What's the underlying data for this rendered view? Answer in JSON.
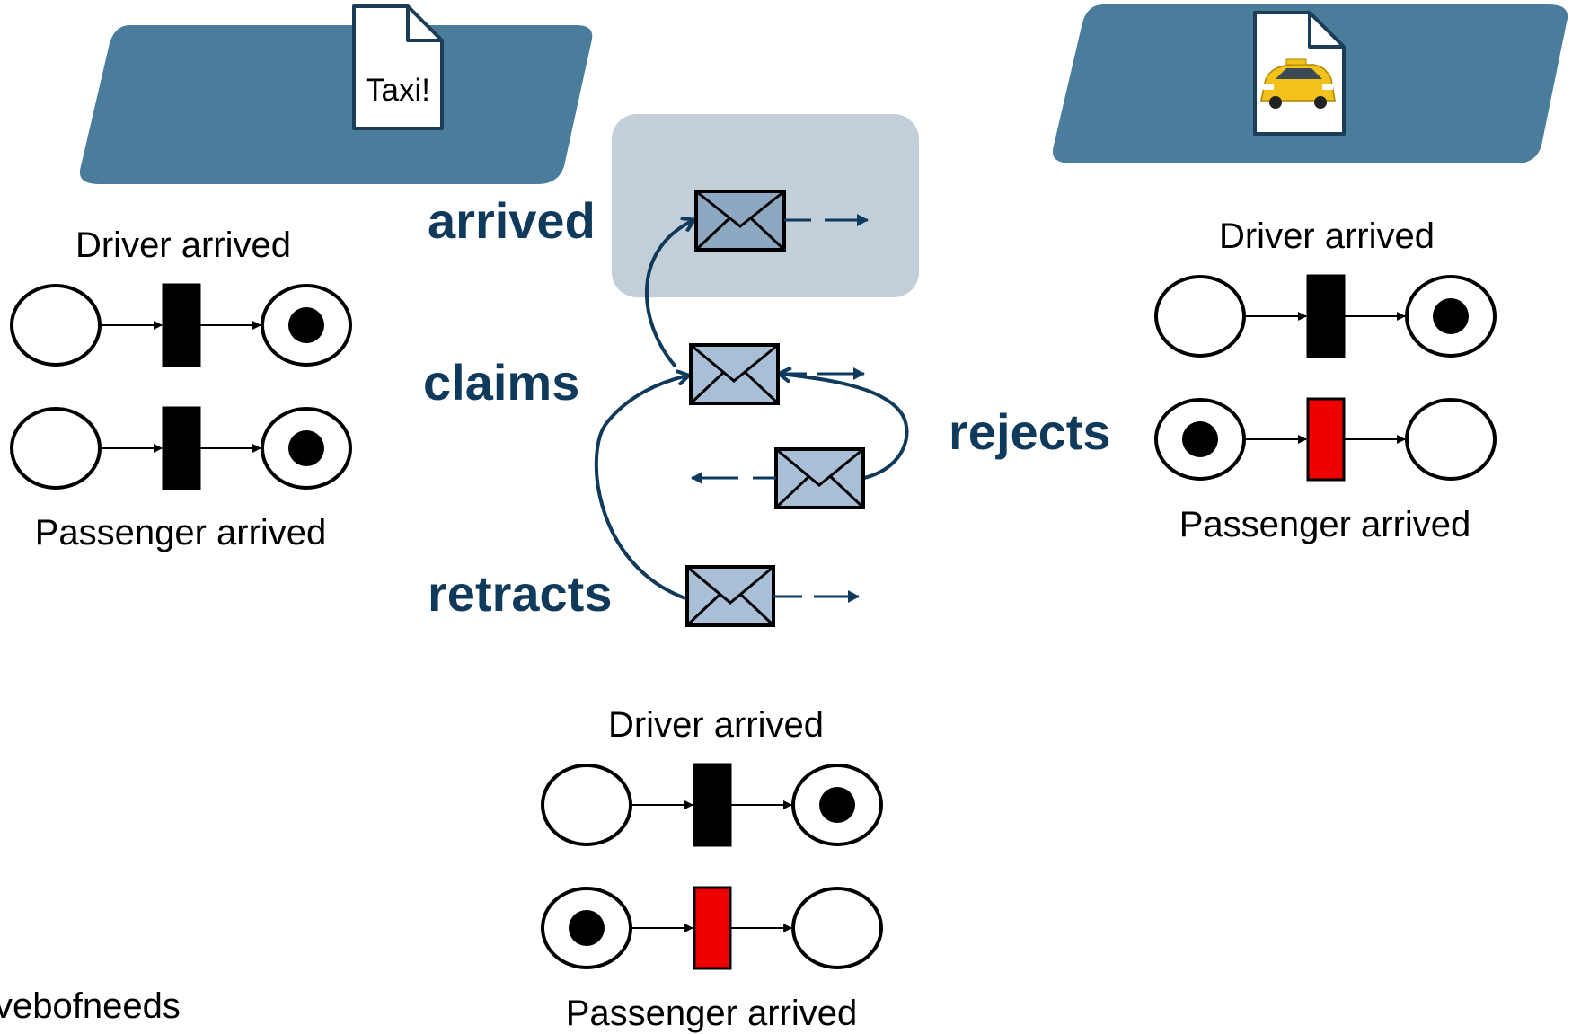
{
  "colors": {
    "panel": "#4a7d9c",
    "highlight": "#c3cfd8",
    "envelope": "#a9bfd8",
    "envelope_dark": "#8fa8c2",
    "keyword": "#0f3a5c",
    "arc": "#0f3a5c",
    "transition_normal": "#000000",
    "transition_blocked": "#ee0000"
  },
  "left_panel": {
    "document_label": "Taxi!",
    "document_icon": "document-icon"
  },
  "right_panel": {
    "document_icon": "document-icon",
    "image_icon": "taxi-car-icon"
  },
  "messages": {
    "arrived": "arrived",
    "claims": "claims",
    "rejects": "rejects",
    "retracts": "retracts",
    "envelope_icon": "envelope-icon"
  },
  "nets": {
    "left": {
      "top_label": "Driver arrived",
      "bottom_label": "Passenger arrived",
      "rows": [
        {
          "start_token": false,
          "transition": "normal",
          "end_token": true
        },
        {
          "start_token": false,
          "transition": "normal",
          "end_token": true
        }
      ]
    },
    "right": {
      "top_label": "Driver arrived",
      "bottom_label": "Passenger arrived",
      "rows": [
        {
          "start_token": false,
          "transition": "normal",
          "end_token": true
        },
        {
          "start_token": true,
          "transition": "blocked",
          "end_token": false
        }
      ]
    },
    "bottom": {
      "top_label": "Driver arrived",
      "bottom_label": "Passenger arrived",
      "rows": [
        {
          "start_token": false,
          "transition": "normal",
          "end_token": true
        },
        {
          "start_token": true,
          "transition": "blocked",
          "end_token": false
        }
      ]
    }
  },
  "footer": {
    "text": "vebofneeds"
  }
}
